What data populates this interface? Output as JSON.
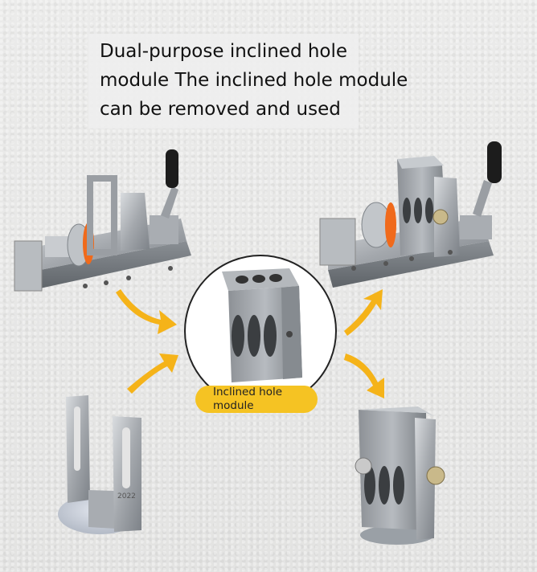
{
  "headline": "Dual-purpose inclined hole module The inclined hole module can be removed and used",
  "module_label": "Inclined hole module",
  "bracket_mark": "2022",
  "colors": {
    "arrow": "#f5b319",
    "label_bg": "#f5c323",
    "orange_ring": "#f06a1b",
    "metal": "#9a9ea3"
  }
}
